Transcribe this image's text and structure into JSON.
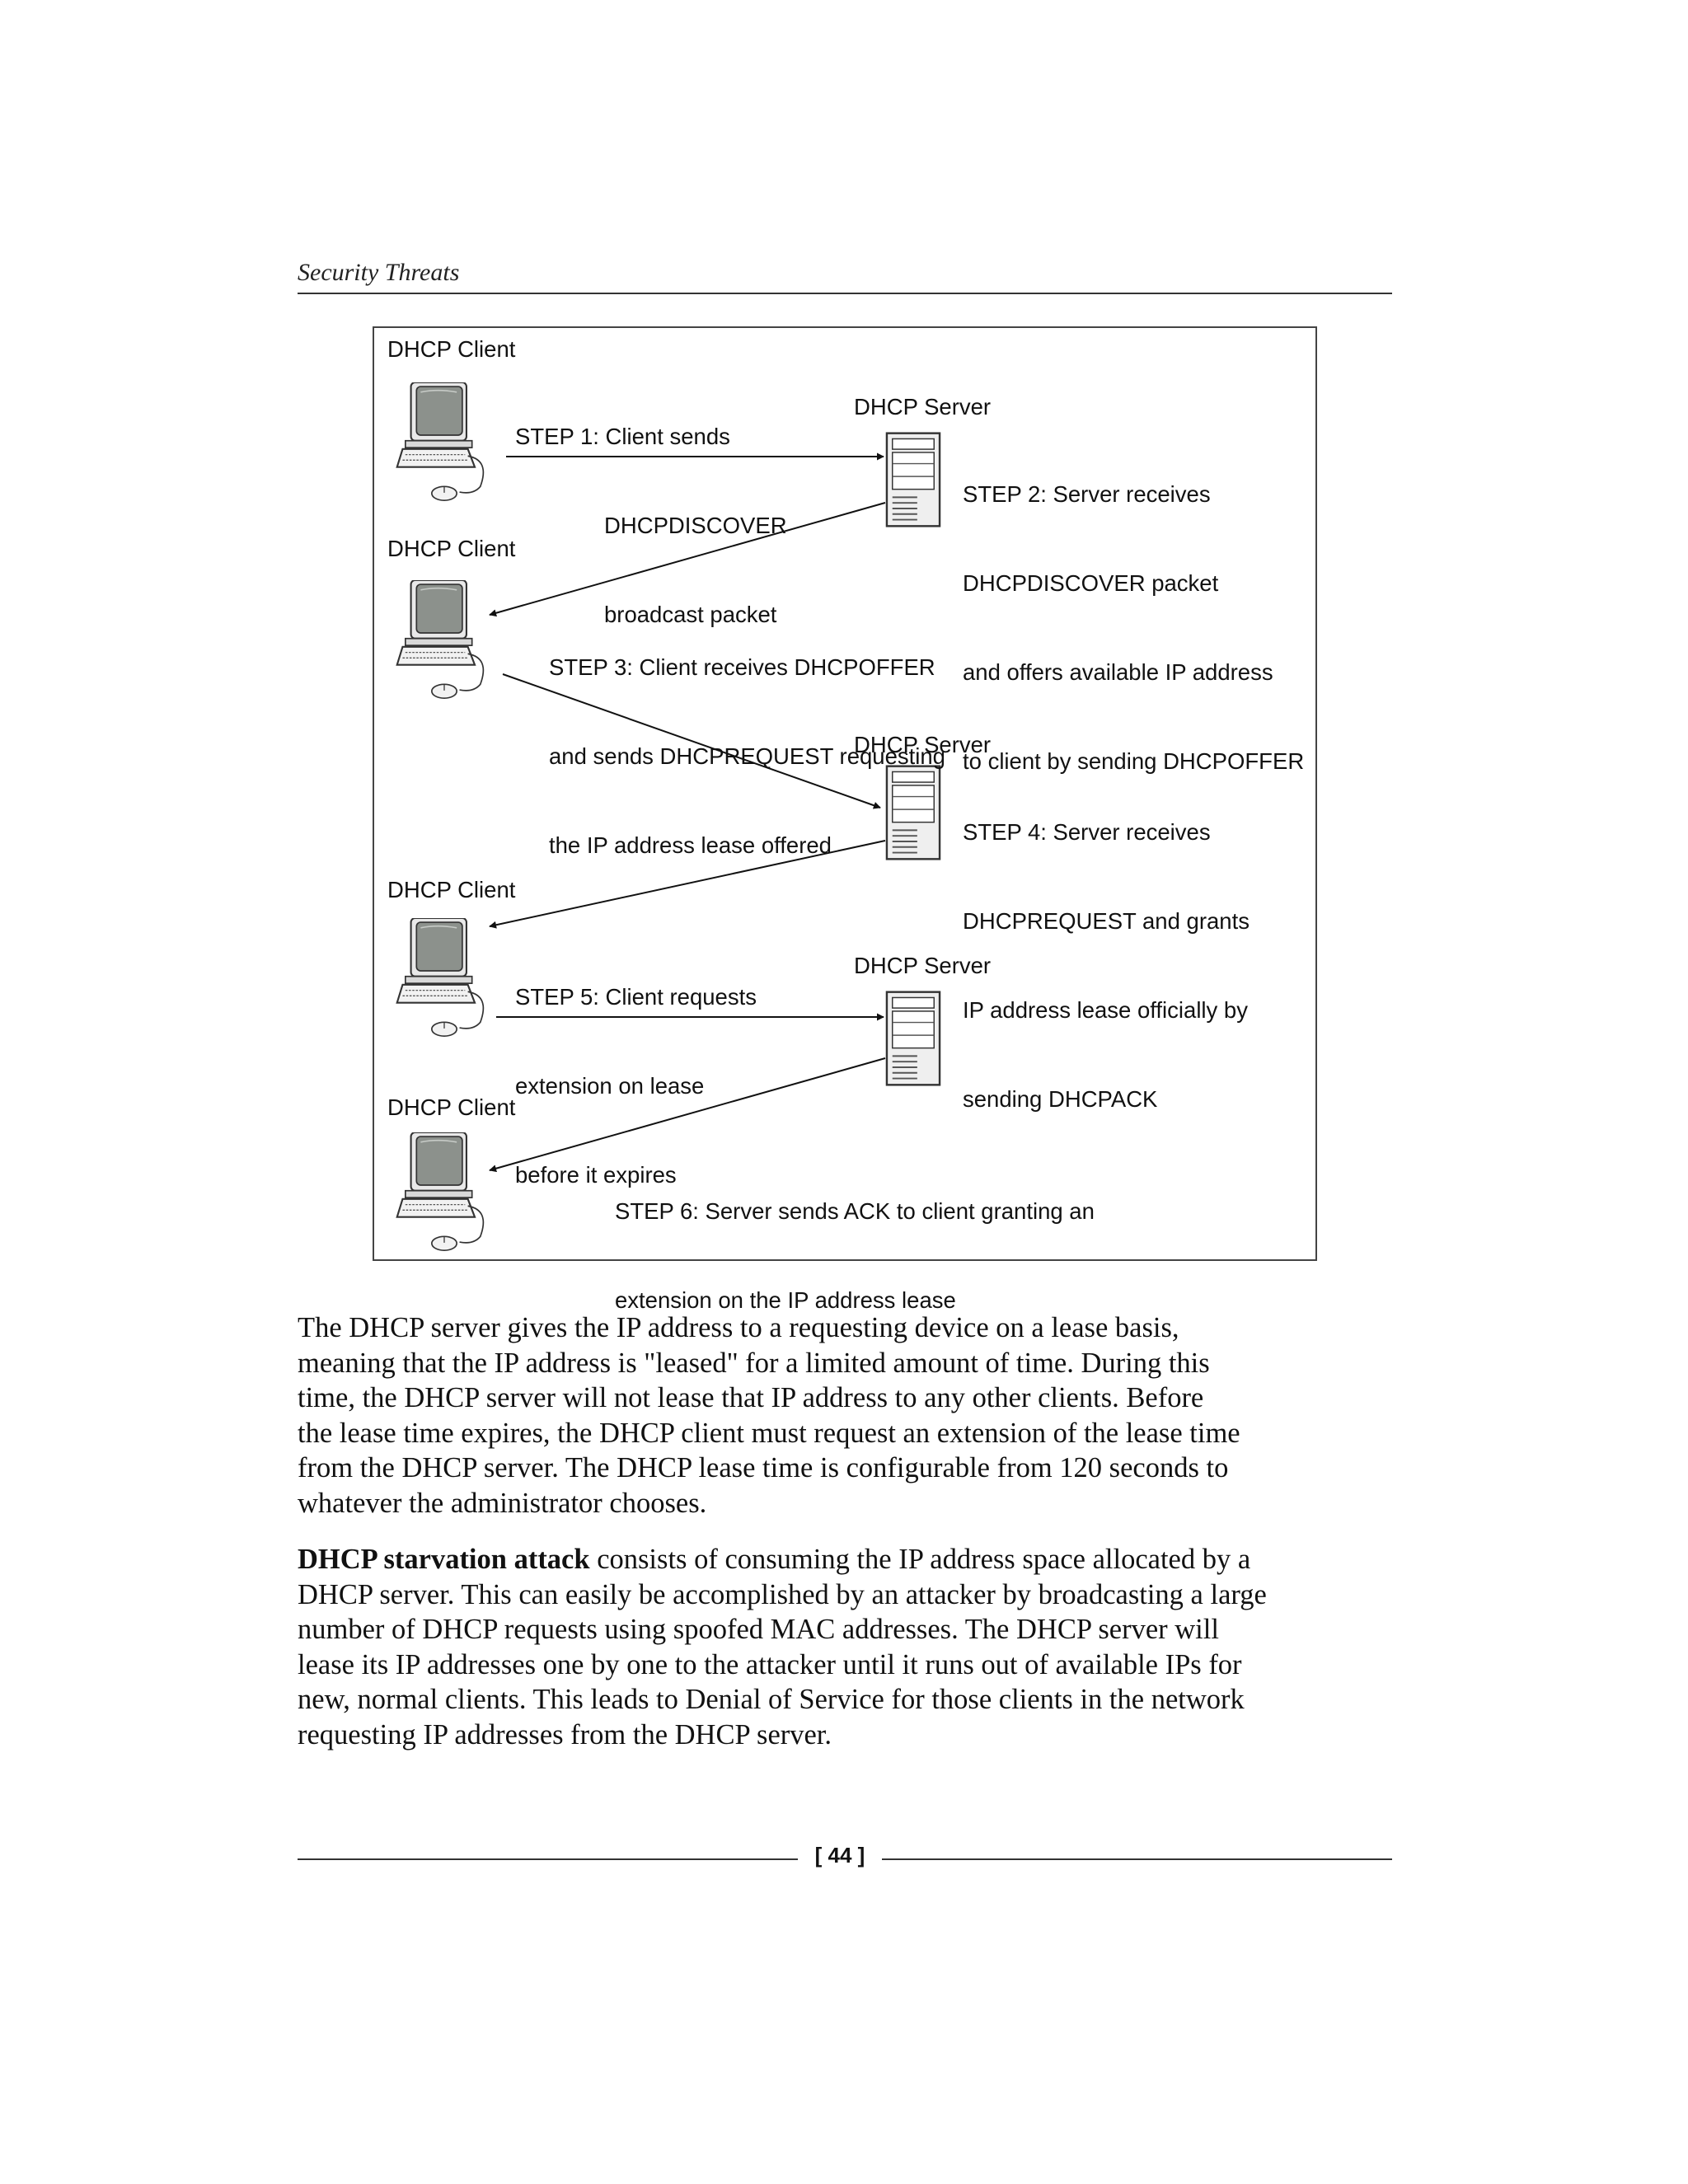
{
  "header": {
    "running_title": "Security Threats"
  },
  "figure": {
    "client_label": "DHCP Client",
    "server_label": "DHCP Server",
    "steps": [
      {
        "lines": [
          "STEP 1: Client sends",
          "DHCPDISCOVER",
          "broadcast packet"
        ]
      },
      {
        "lines": [
          "STEP 2: Server receives",
          "DHCPDISCOVER packet",
          "and offers available IP address",
          "to client by sending DHCPOFFER"
        ]
      },
      {
        "lines": [
          "STEP 3: Client receives DHCPOFFER",
          "and sends DHCPREQUEST requesting",
          "the IP address lease offered"
        ]
      },
      {
        "lines": [
          "STEP 4: Server receives",
          "DHCPREQUEST and grants",
          "IP address lease officially by",
          "sending DHCPACK"
        ]
      },
      {
        "lines": [
          "STEP 5: Client requests",
          "extension on lease",
          "before it expires"
        ]
      },
      {
        "lines": [
          "STEP 6: Server sends ACK to client granting an",
          "extension on the IP address lease"
        ]
      }
    ]
  },
  "body": {
    "para1": [
      "The DHCP server gives the IP address to a requesting device on a lease basis,",
      "meaning that the IP address is \"leased\" for a limited amount of time. During this",
      "time, the DHCP server will not lease that IP address to any other clients. Before",
      "the lease time expires, the DHCP client must request an extension of the lease time",
      "from the DHCP server. The DHCP lease time is configurable from 120 seconds to",
      "whatever the administrator chooses."
    ],
    "para2_term": "DHCP starvation attack",
    "para2_first_rest": " consists of consuming the IP address space allocated by a",
    "para2": [
      "DHCP server. This can easily be accomplished by an attacker by broadcasting a large",
      "number of DHCP requests using spoofed MAC addresses. The DHCP server will",
      "lease its IP addresses one by one to the attacker until it runs out of available IPs for",
      "new, normal clients. This leads to Denial of Service for those clients in the network",
      "requesting IP addresses from the DHCP server."
    ]
  },
  "footer": {
    "page_number": "[ 44 ]"
  }
}
